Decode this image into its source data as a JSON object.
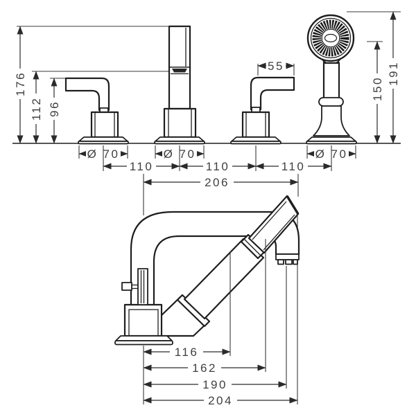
{
  "drawing": {
    "front_view": {
      "spout_height": "176",
      "spout_outlet_height": "112",
      "handle_height": "96",
      "lever_length": "55",
      "shower_holder_height": "150",
      "shower_total_height": "191",
      "escutcheon_diameter": "Ø 70",
      "hole_spacing": "110"
    },
    "side_view": {
      "spout_reach": "206",
      "shower_rest_offset": "116",
      "spout_outlet_offset": "162",
      "aerator_offset": "190",
      "spout_end_offset": "204"
    },
    "colors": {
      "line": "#1e1e1e",
      "dimension_line": "#2a2a2a",
      "text": "#3f3f3f",
      "background": "#ffffff"
    }
  }
}
